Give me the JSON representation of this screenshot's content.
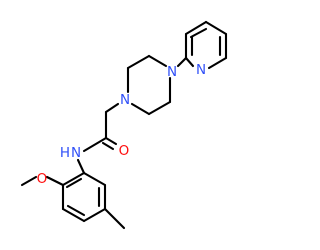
{
  "colors": {
    "bond": "#000000",
    "nitrogen": "#3050f8",
    "oxygen": "#ff0d0d"
  },
  "atoms": {
    "n_pyridine": "N",
    "n_piperazine_top": "N",
    "n_piperazine_bottom": "N",
    "o_carbonyl": "O",
    "n_amide": "N",
    "h_amide": "H",
    "o_methoxy": "O"
  }
}
